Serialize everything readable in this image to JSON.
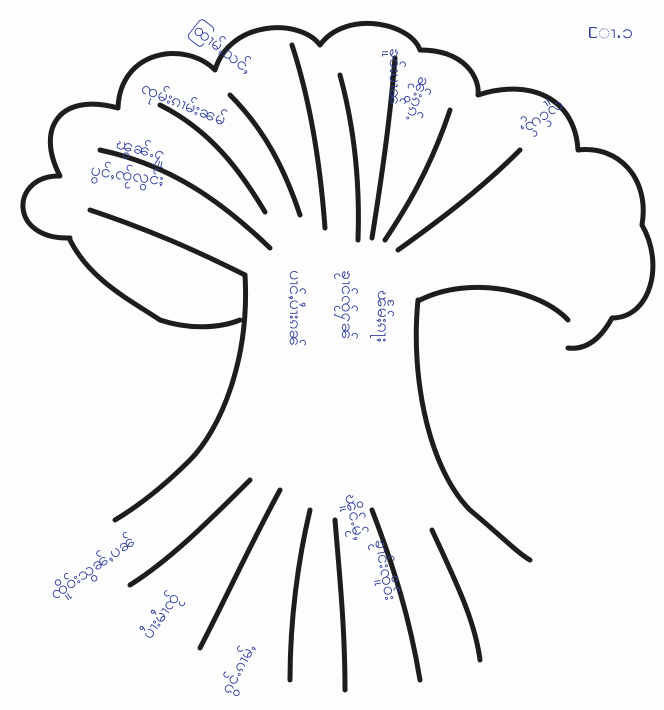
{
  "corner_label": "ᥴၢ.၁",
  "ink_color": "#2e3d9c",
  "stroke_color": "#1d1d1d",
  "crown_labels": [
    "ထြၢမ်ႇသင်ႇ",
    "ၸုမ်းၵၢမ်းၼမ်",
    "ၽွၼ်ႉႁူ",
    "ပွင်ႇၸႂ်လွင်ႈ",
    "ၶူဝ်းပၢၼ်",
    "ၼႂ်းၵွၵ်ႉ",
    "လူင်ယႂ်ႇ"
  ],
  "trunk_labels": [
    "ပၢင်ႇပၢႆးၵၼ်",
    "ၶႂၢင်ၸႂ်ႁၼ်",
    "ၽႅမ်ႈၵႃႈ"
  ],
  "root_labels": [
    "ၸိူဝ်းသွၼ်ႇပၼ်",
    "ပၢႆးမၢႆၸႂ်",
    "ၵွင်ႉၵၢမ်ႇ",
    "ၽိူင်ႉမႂ်ႇ",
    "ၶႂၢင်းၸိူဝ်း"
  ]
}
